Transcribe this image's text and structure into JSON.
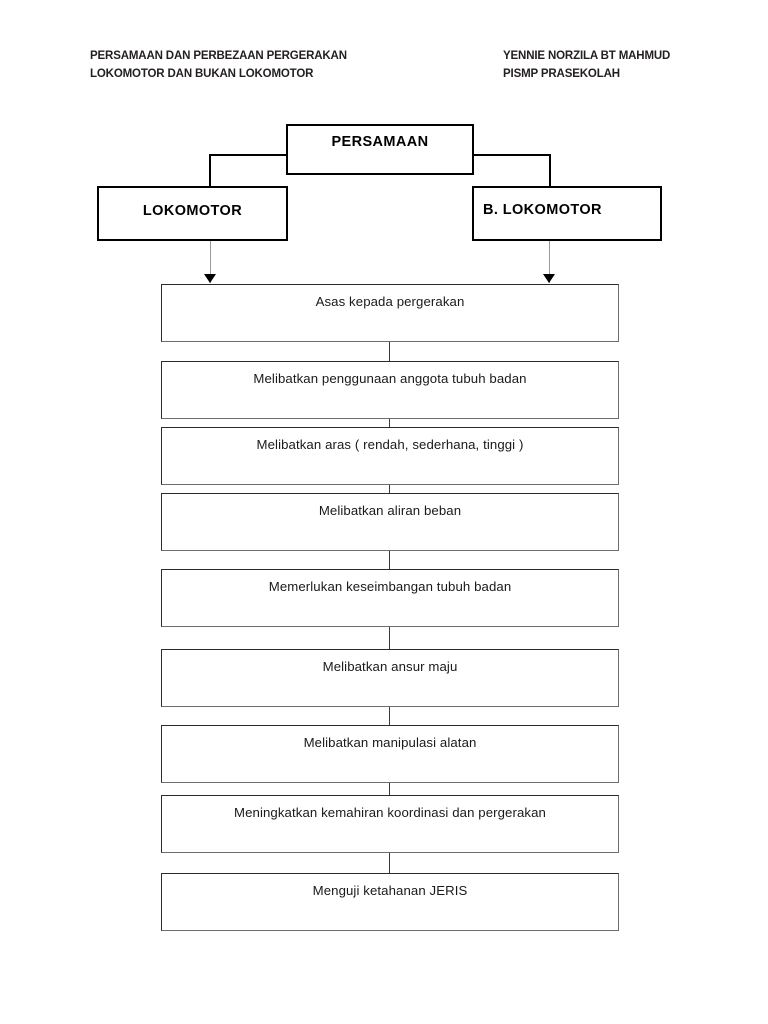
{
  "header": {
    "left": {
      "line1": "PERSAMAAN DAN PERBEZAAN PERGERAKAN",
      "line2": "LOKOMOTOR DAN BUKAN LOKOMOTOR"
    },
    "right": {
      "line1": "YENNIE NORZILA BT MAHMUD",
      "line2": "PISMP PRASEKOLAH"
    }
  },
  "diagram": {
    "root": "PERSAMAAN",
    "branches": [
      {
        "label": "LOKOMOTOR"
      },
      {
        "label": "B. LOKOMOTOR"
      }
    ],
    "items": [
      {
        "label": "Asas kepada pergerakan"
      },
      {
        "label": "Melibatkan penggunaan anggota tubuh badan"
      },
      {
        "label": "Melibatkan aras ( rendah, sederhana, tinggi )"
      },
      {
        "label": "Melibatkan aliran beban"
      },
      {
        "label": "Memerlukan keseimbangan tubuh badan"
      },
      {
        "label": "Melibatkan ansur maju"
      },
      {
        "label": "Melibatkan manipulasi alatan"
      },
      {
        "label": "Meningkatkan kemahiran koordinasi dan pergerakan"
      },
      {
        "label": "Menguji ketahanan JERIS"
      }
    ]
  },
  "colors": {
    "page_background": "#ffffff",
    "text": "#000000",
    "box_border": "#2b2b2b",
    "box_border_shadow": "#6d6d6d",
    "connector": "#000000",
    "arrow_line": "#9a9a9a"
  }
}
